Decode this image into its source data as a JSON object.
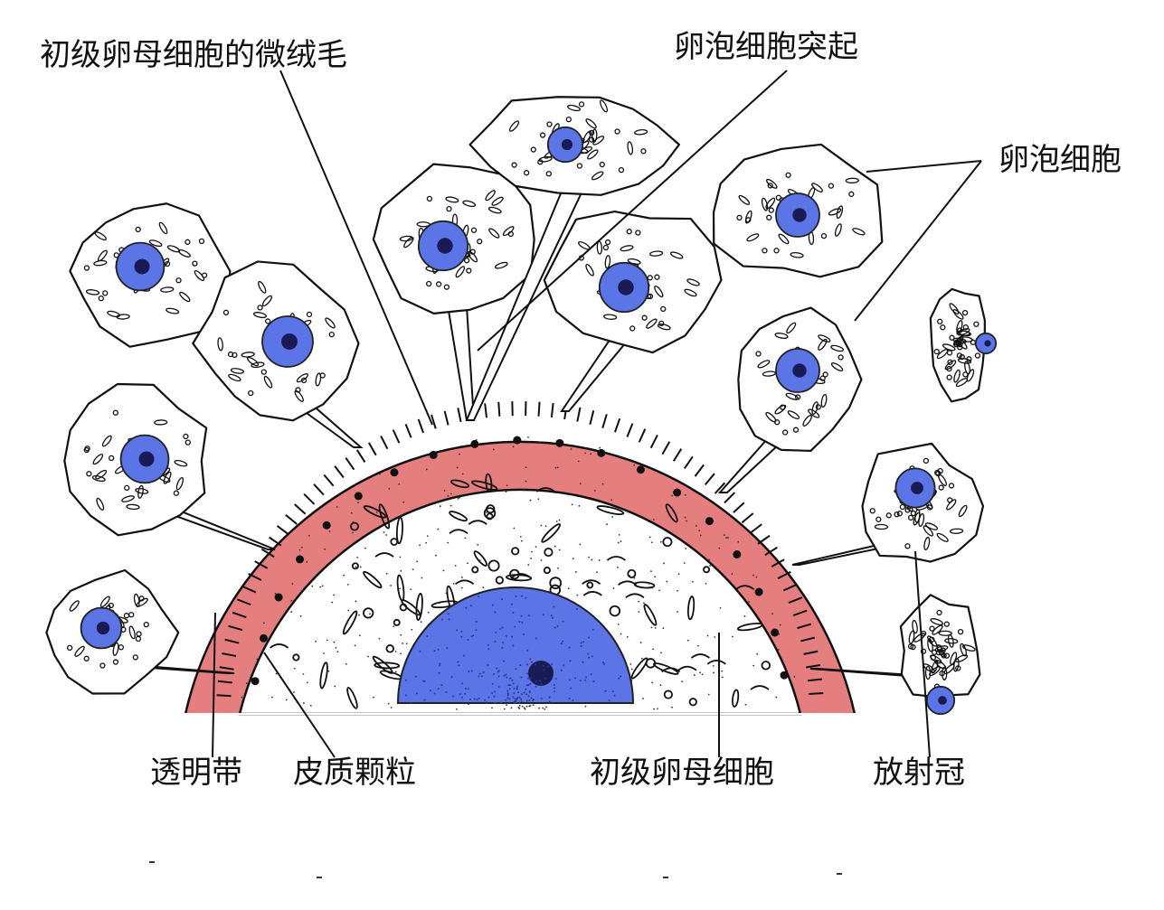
{
  "labels": {
    "microvilli": "初级卵母细胞的微绒毛",
    "follicle_process": "卵泡细胞突起",
    "follicle_cell": "卵泡细胞",
    "zona_pellucida": "透明带",
    "cortical_granules": "皮质颗粒",
    "primary_oocyte": "初级卵母细胞",
    "corona_radiata": "放射冠"
  },
  "colors": {
    "zona_pellucida": "#e57f7f",
    "nucleus": "#5b74e6",
    "outline": "#111111",
    "cell_fill": "#ffffff"
  }
}
